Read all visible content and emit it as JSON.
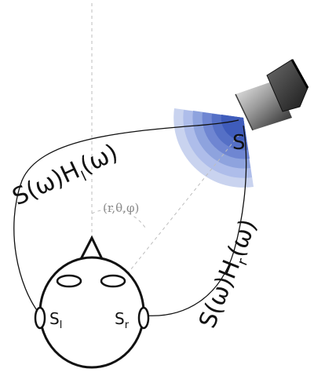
{
  "source_label": "S",
  "left_path_label": {
    "main": "S(ω)H",
    "sub": "l",
    "tail": "(ω)"
  },
  "right_path_label": {
    "main": "S(ω)H",
    "sub": "r",
    "tail": "(ω)"
  },
  "coordinate_label": "(r,θ,φ)",
  "left_ear_label": {
    "main": "S",
    "sub": "l"
  },
  "right_ear_label": {
    "main": "S",
    "sub": "r"
  },
  "colors": {
    "wave_rings": [
      "#c9d3ef",
      "#aebdea",
      "#8ea3de",
      "#6f86d2",
      "#5570c6",
      "#3f5cbb"
    ],
    "ink": "#111111",
    "guide": "#bdbdbd",
    "speaker_dark": "#2a2a2a",
    "speaker_light": "#d9d9d9"
  }
}
